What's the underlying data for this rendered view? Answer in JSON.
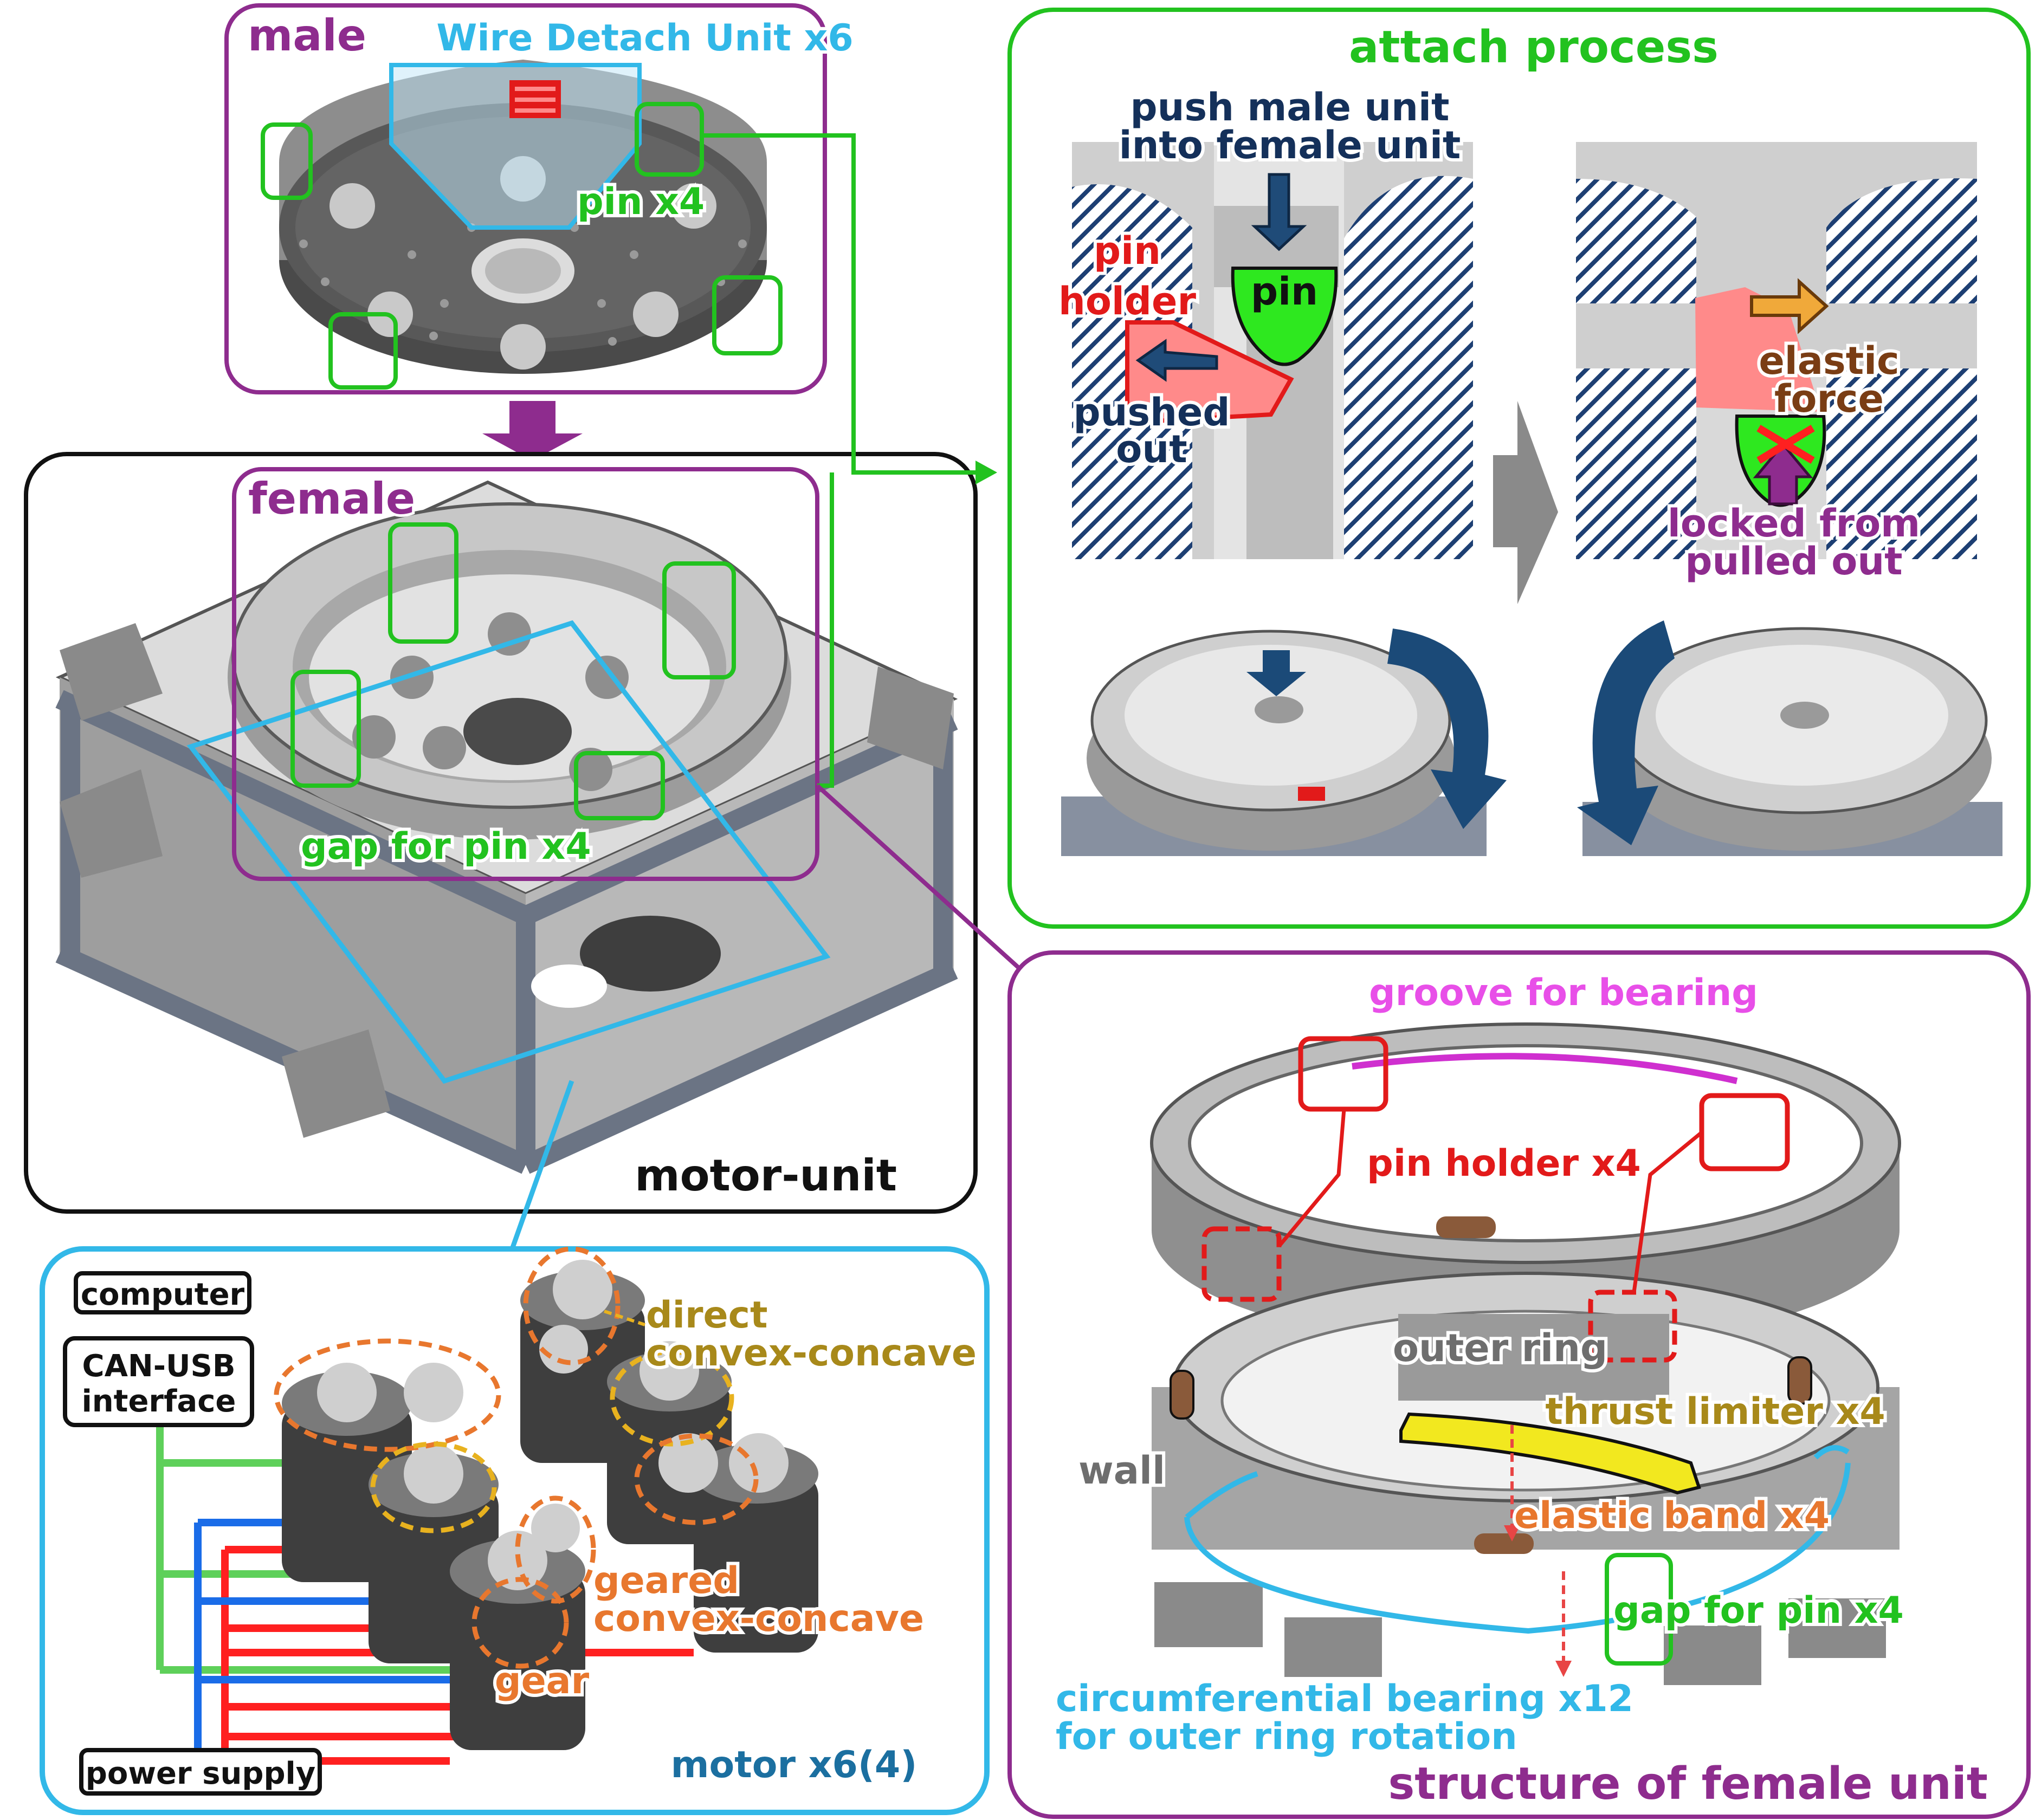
{
  "colors": {
    "purple": "#8e2c8e",
    "green": "#22c21f",
    "cyan": "#32b8e8",
    "black": "#111111",
    "red": "#e21a1a",
    "orange": "#e8772e",
    "olive": "#a8891a",
    "navy": "#14305a",
    "teal": "#1b6fa0",
    "pink": "#e84fe8",
    "gray": "#6e6e6e",
    "brown": "#7a3d14",
    "steel": "#164c6e"
  },
  "male": {
    "title": "male",
    "wire_detach": "Wire Detach Unit x6",
    "pin": "pin x4"
  },
  "female": {
    "title": "female",
    "gap": "gap for pin x4"
  },
  "motor_unit": {
    "label": "motor-unit"
  },
  "attach": {
    "title": "attach process",
    "push_line1": "push male unit",
    "push_line2": "into female unit",
    "pin": "pin",
    "pin_holder_line1": "pin",
    "pin_holder_line2": "holder",
    "pushed_line1": "pushed",
    "pushed_line2": "out",
    "elastic_line1": "elastic",
    "elastic_line2": "force",
    "locked_line1": "locked from",
    "locked_line2": "pulled out"
  },
  "motors": {
    "computer": "computer",
    "can_line1": "CAN-USB",
    "can_line2": "interface",
    "power": "power supply",
    "direct_line1": "direct",
    "direct_line2": "convex-concave",
    "geared_line1": "geared",
    "geared_line2": "convex-concave",
    "gear": "gear",
    "motor": "motor x6(4)"
  },
  "structure": {
    "groove": "groove for bearing",
    "pin_holder": "pin holder x4",
    "outer_ring": "outer ring",
    "thrust": "thrust limiter x4",
    "wall": "wall",
    "elastic_band": "elastic band x4",
    "gap": "gap for pin x4",
    "bearing_line1": "circumferential bearing x12",
    "bearing_line2": "for outer ring rotation",
    "title": "structure of female unit"
  }
}
